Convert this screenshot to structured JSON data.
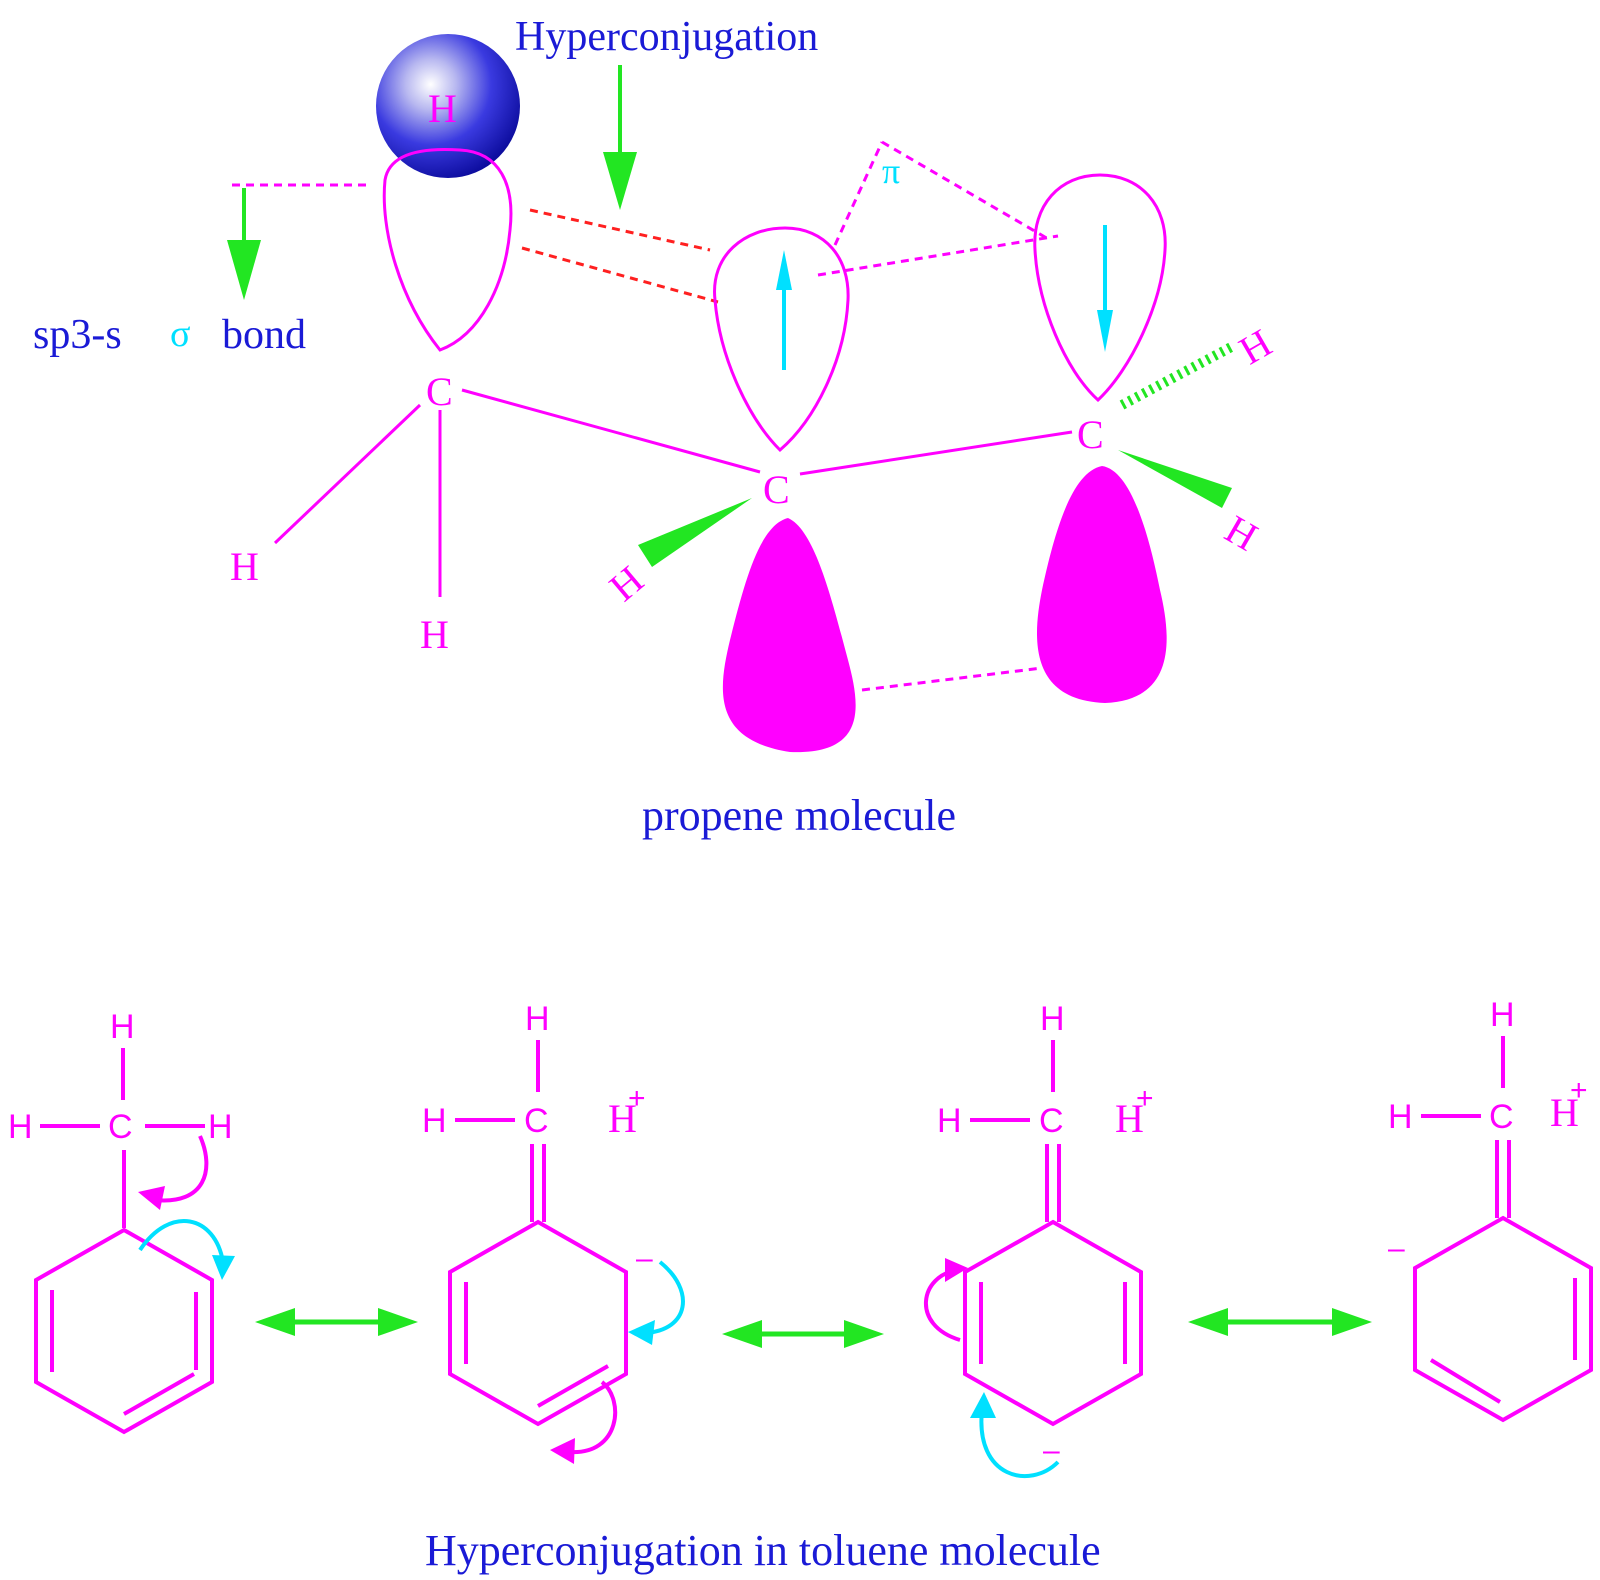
{
  "labels": {
    "hyperconjugation": "Hyperconjugation",
    "sp3s": "sp3-s",
    "sigma": "σ",
    "bond": "bond",
    "pi": "π",
    "propene_caption": "propene molecule",
    "toluene_caption": "Hyperconjugation in toluene molecule"
  },
  "atoms": {
    "H": "H",
    "C": "C",
    "plus": "+",
    "minus": "–"
  },
  "colors": {
    "magenta": "#ff00ff",
    "blue": "#1a1ad6",
    "green": "#22e622",
    "cyan": "#00e0ff",
    "red": "#ff2020",
    "sphere_dark": "#0a0ab4",
    "sphere_light": "#ffffff"
  }
}
